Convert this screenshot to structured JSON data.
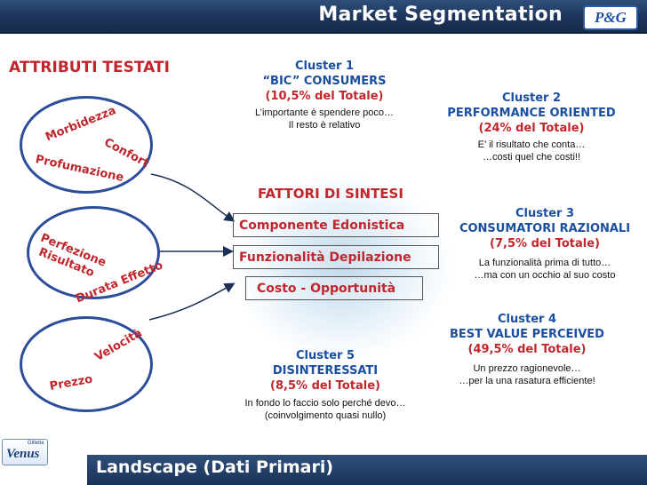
{
  "header": {
    "title": "Market Segmentation",
    "brand_logo": "P&G"
  },
  "footer": {
    "title": "Landscape (Dati Primari)",
    "logo_text": "Venus",
    "logo_small": "Gillette"
  },
  "attributes": {
    "title": "ATTRIBUTI TESTATI",
    "groups": [
      [
        "Morbidezza",
        "Confort",
        "Profumazione"
      ],
      [
        "Perfezione Risultato",
        "Durata Effetto"
      ],
      [
        "Velocità",
        "Prezzo"
      ]
    ]
  },
  "attr_words": {
    "morbidezza": "Morbidezza",
    "confort": "Confort",
    "profumazione": "Profumazione",
    "perfezione": "Perfezione",
    "risultato": "Risultato",
    "durata": "Durata Effetto",
    "velocita": "Velocità",
    "prezzo": "Prezzo"
  },
  "factors": {
    "title": "FATTORI DI SINTESI",
    "items": [
      "Componente Edonistica",
      "Funzionalità Depilazione",
      "Costo  - Opportunità"
    ]
  },
  "clusters": [
    {
      "name": "Cluster 1",
      "label": "“BIC” CONSUMERS",
      "share": "(10,5% del Totale)",
      "line1": "L’importante è spendere poco…",
      "line2": "Il resto è relativo"
    },
    {
      "name": "Cluster 2",
      "label": "PERFORMANCE ORIENTED",
      "share": "(24% del Totale)",
      "line1": "E’ il risultato che conta…",
      "line2": "…costi quel che costi!!"
    },
    {
      "name": "Cluster 3",
      "label": "CONSUMATORI RAZIONALI",
      "share": "(7,5% del Totale)",
      "line1": "La funzionalità prima di tutto…",
      "line2": "…ma con un occhio al suo costo"
    },
    {
      "name": "Cluster 4",
      "label": "BEST VALUE PERCEIVED",
      "share": "(49,5% del Totale)",
      "line1": "Un prezzo ragionevole…",
      "line2": "…per la una rasatura efficiente!"
    },
    {
      "name": "Cluster 5",
      "label": "DISINTERESSATI",
      "share": "(8,5% del Totale)",
      "line1": "In fondo lo faccio solo perché devo…",
      "line2": "(coinvolgimento quasi nullo)"
    }
  ],
  "colors": {
    "banner": "#1d355c",
    "accent_red": "#c0262c",
    "cluster_blue": "#1a4fa0",
    "ellipse_border": "#2b4d9a"
  }
}
